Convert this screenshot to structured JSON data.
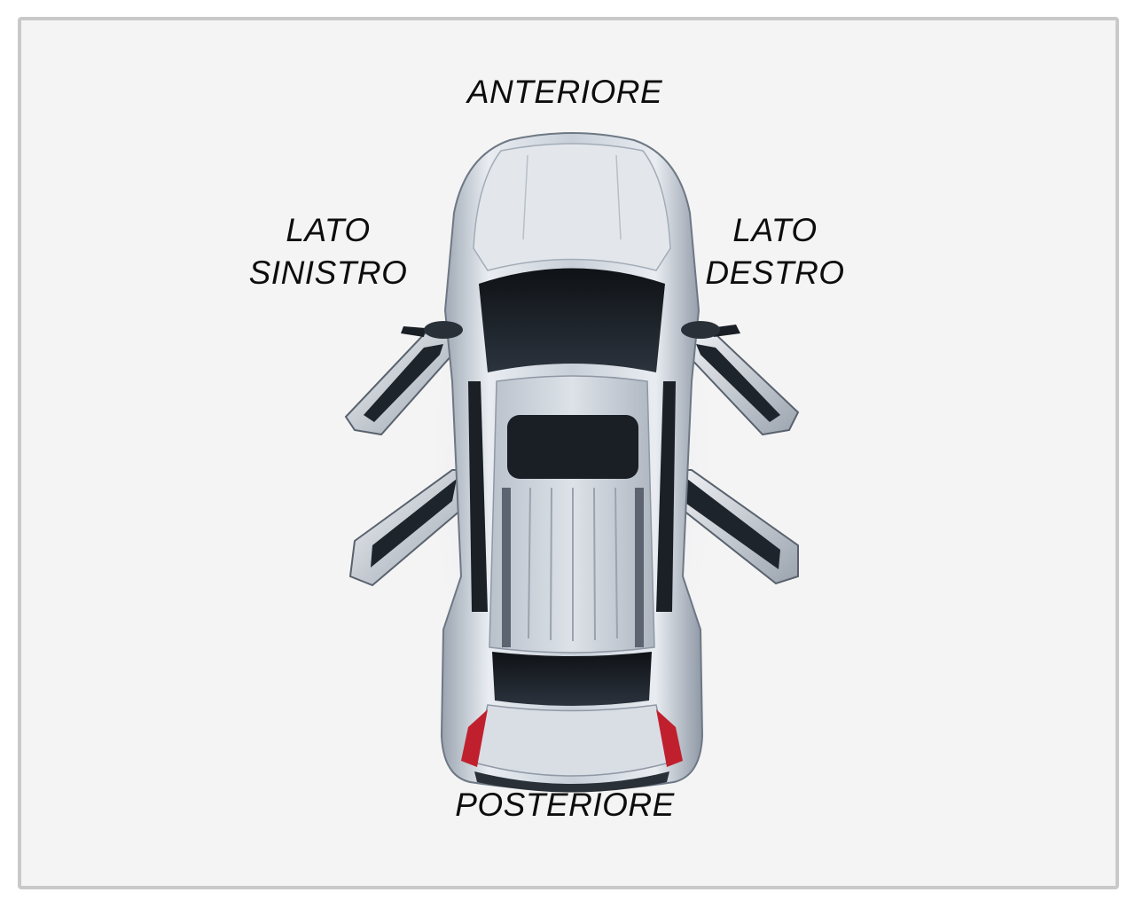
{
  "labels": {
    "front": "ANTERIORE",
    "rear": "POSTERIORE",
    "left_line1": "LATO",
    "left_line2": "SINISTRO",
    "right_line1": "LATO",
    "right_line2": "DESTRO"
  },
  "colors": {
    "background": "#f4f4f5",
    "border": "#c9c9c9",
    "body_silver": "#d5dbe3",
    "glass_dark": "#1c2128",
    "tail_light_red": "#c0202e",
    "text": "#0d0d0d"
  },
  "icons": {
    "car": "suv-top-view-open-doors"
  }
}
